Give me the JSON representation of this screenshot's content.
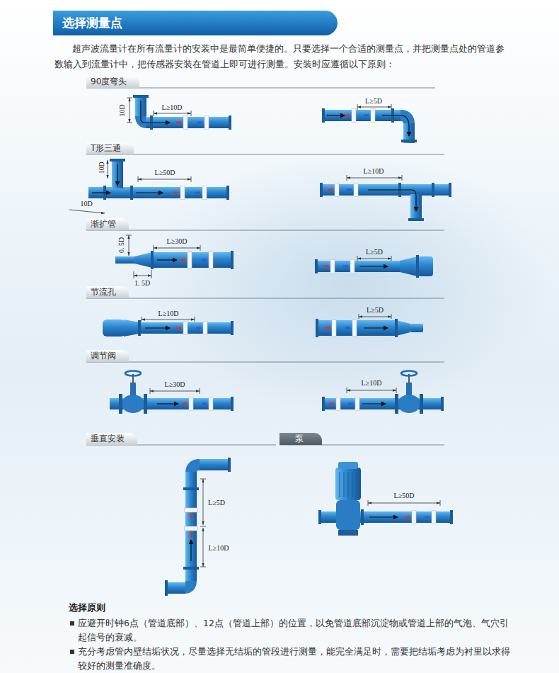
{
  "diagram": {
    "title": "选择测量点",
    "nodes": [
      {
        "text": [
          "90度弯头"
        ]
      },
      {
        "text": [
          "T形三通"
        ]
      },
      {
        "text": [
          "渐扩管"
        ]
      },
      {
        "text": [
          "节流孔"
        ]
      },
      {
        "text": [
          "调节阀"
        ]
      },
      {
        "text": [
          "垂直安装"
        ]
      },
      {
        "text": [
          "泵"
        ]
      }
    ],
    "labels": [
      "超声波流量计在所有流量计的安装中是最简单便捷的。只要选择一个合适的测量点，并把测量点处的管道参数输入到流量计中，把传感器安装在管道上即可进行测量。安装时应遵循以下原则：",
      "10D",
      "L≥10D",
      "L≥5D",
      "10D",
      "L≥50D",
      "10D",
      "L≥10D",
      "0. 5D",
      "L≥30D",
      "1. 5D",
      "L≥5D",
      "L≥10D",
      "L≥5D",
      "L≥30D",
      "L≥10D",
      "L≥5D",
      "L≥10D",
      "L≥50D",
      "选择原则",
      "应避开时钟6点（管道底部）、12点（管道上部）的位置，以免管道底部沉淀物或管道上部的气泡、气穴引起信号的衰减。",
      "充分考虑管内壁结垢状况，尽量选择无结垢的管段进行测量，能完全满足时，需要把结垢考虑为衬里以求得较好的测量准确度。"
    ]
  }
}
